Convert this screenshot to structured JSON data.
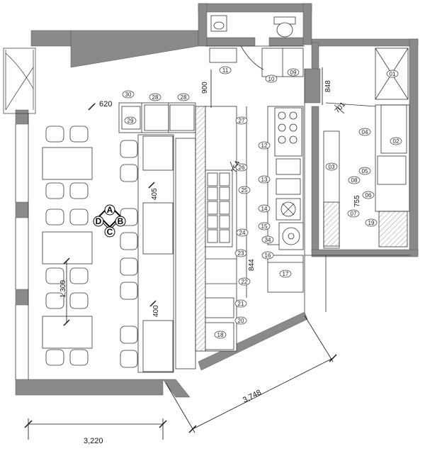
{
  "dimensions": {
    "w620": "620",
    "w900": "900",
    "w405": "405",
    "w400": "400",
    "w1300": "1,300",
    "w3220": "3,220",
    "w3748": "3,748",
    "w848": "848",
    "w754": "754",
    "w755": "755",
    "w701": "701",
    "w844": "844"
  },
  "section_markers": [
    "A",
    "B",
    "C",
    "D"
  ],
  "equipment_tags": {
    "t01": "01",
    "t02": "02",
    "t03": "03",
    "t04": "04",
    "t05": "05",
    "t06": "06",
    "t07": "07",
    "t08": "08",
    "t09": "09",
    "t10": "10",
    "t11": "11",
    "t12": "12",
    "t13": "13",
    "t14": "14",
    "t15": "15",
    "t16": "16",
    "t17": "17",
    "t18": "18",
    "t19": "19",
    "t20": "20",
    "t21": "21",
    "t22": "22",
    "t23": "23",
    "t24": "24",
    "t25": "25",
    "t26": "26",
    "t27": "27",
    "t28a": "28",
    "t28b": "28",
    "t29": "29",
    "t30": "30",
    "t34": "34"
  },
  "colors": {
    "wall": "#8a8a8a",
    "line": "#333333",
    "hatch": "#999999"
  }
}
